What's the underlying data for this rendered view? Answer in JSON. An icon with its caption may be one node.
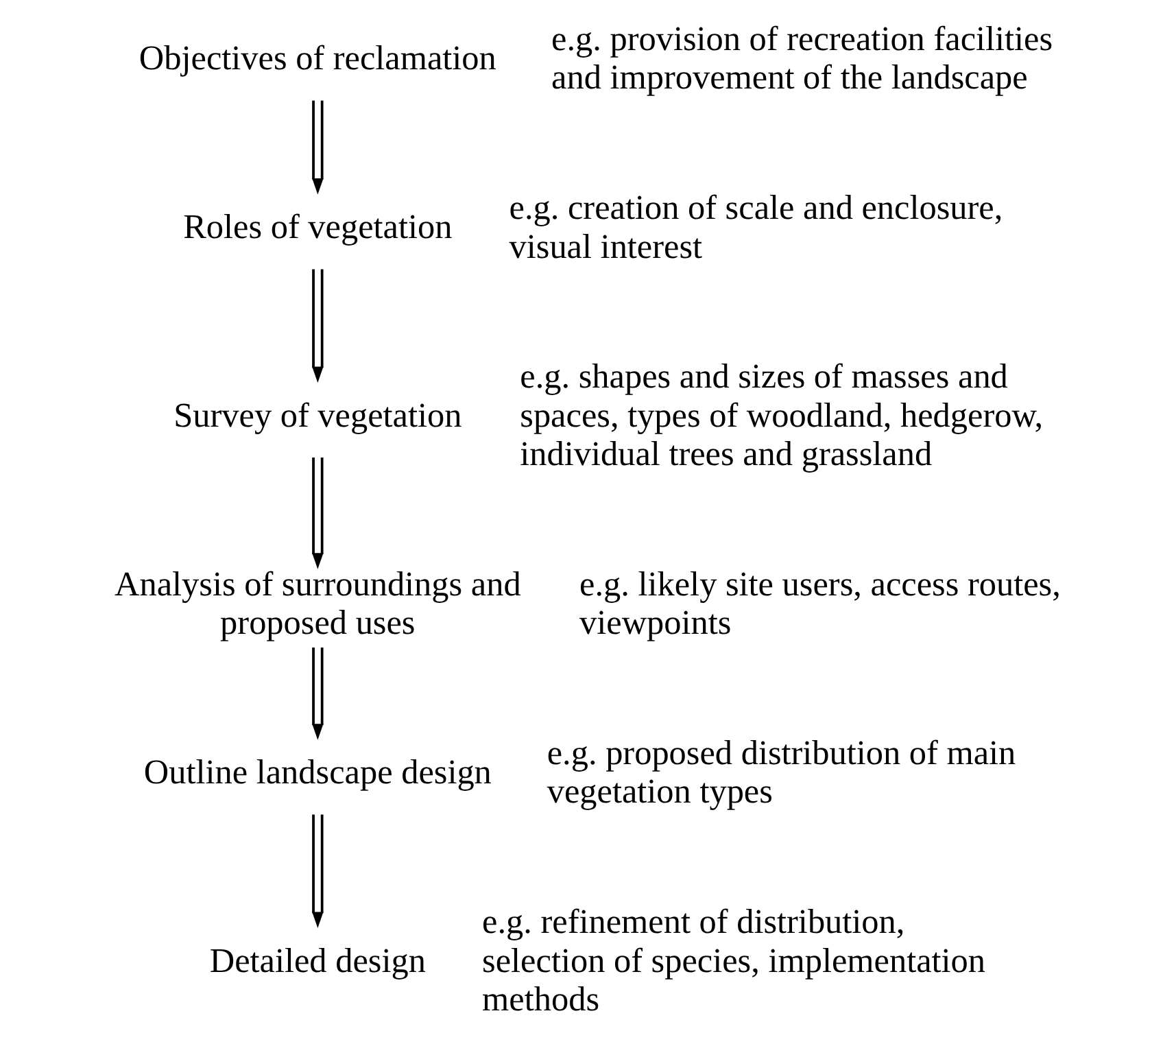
{
  "diagram": {
    "nodes": [
      {
        "text": [
          "Objectives of reclamation"
        ],
        "beside": [
          "e.g. provision of recreation facilities and improvement of the landscape"
        ]
      },
      {
        "text": [
          "Roles of vegetation"
        ],
        "beside": [
          "e.g. creation of scale and enclosure, visual interest"
        ]
      },
      {
        "text": [
          "Survey of vegetation"
        ],
        "beside": [
          "e.g. shapes and sizes of masses and spaces, types of woodland, hedgerow, individual trees and grassland"
        ]
      },
      {
        "text": [
          "Analysis of surroundings and proposed uses"
        ],
        "beside": [
          "e.g. likely site users, access routes, viewpoints"
        ]
      },
      {
        "text": [
          "Outline landscape design"
        ],
        "beside": [
          "e.g. proposed distribution of main vegetation types"
        ]
      },
      {
        "text": [
          "Detailed design"
        ],
        "beside": [
          "e.g. refinement of distribution, selection of species, implementation methods"
        ]
      }
    ],
    "edges": [
      {
        "from": 0,
        "to": 1,
        "arrow": "to"
      },
      {
        "from": 1,
        "to": 2,
        "arrow": "to"
      },
      {
        "from": 2,
        "to": 3,
        "arrow": "to"
      },
      {
        "from": 3,
        "to": 4,
        "arrow": "to"
      },
      {
        "from": 4,
        "to": 5,
        "arrow": "to"
      }
    ]
  }
}
